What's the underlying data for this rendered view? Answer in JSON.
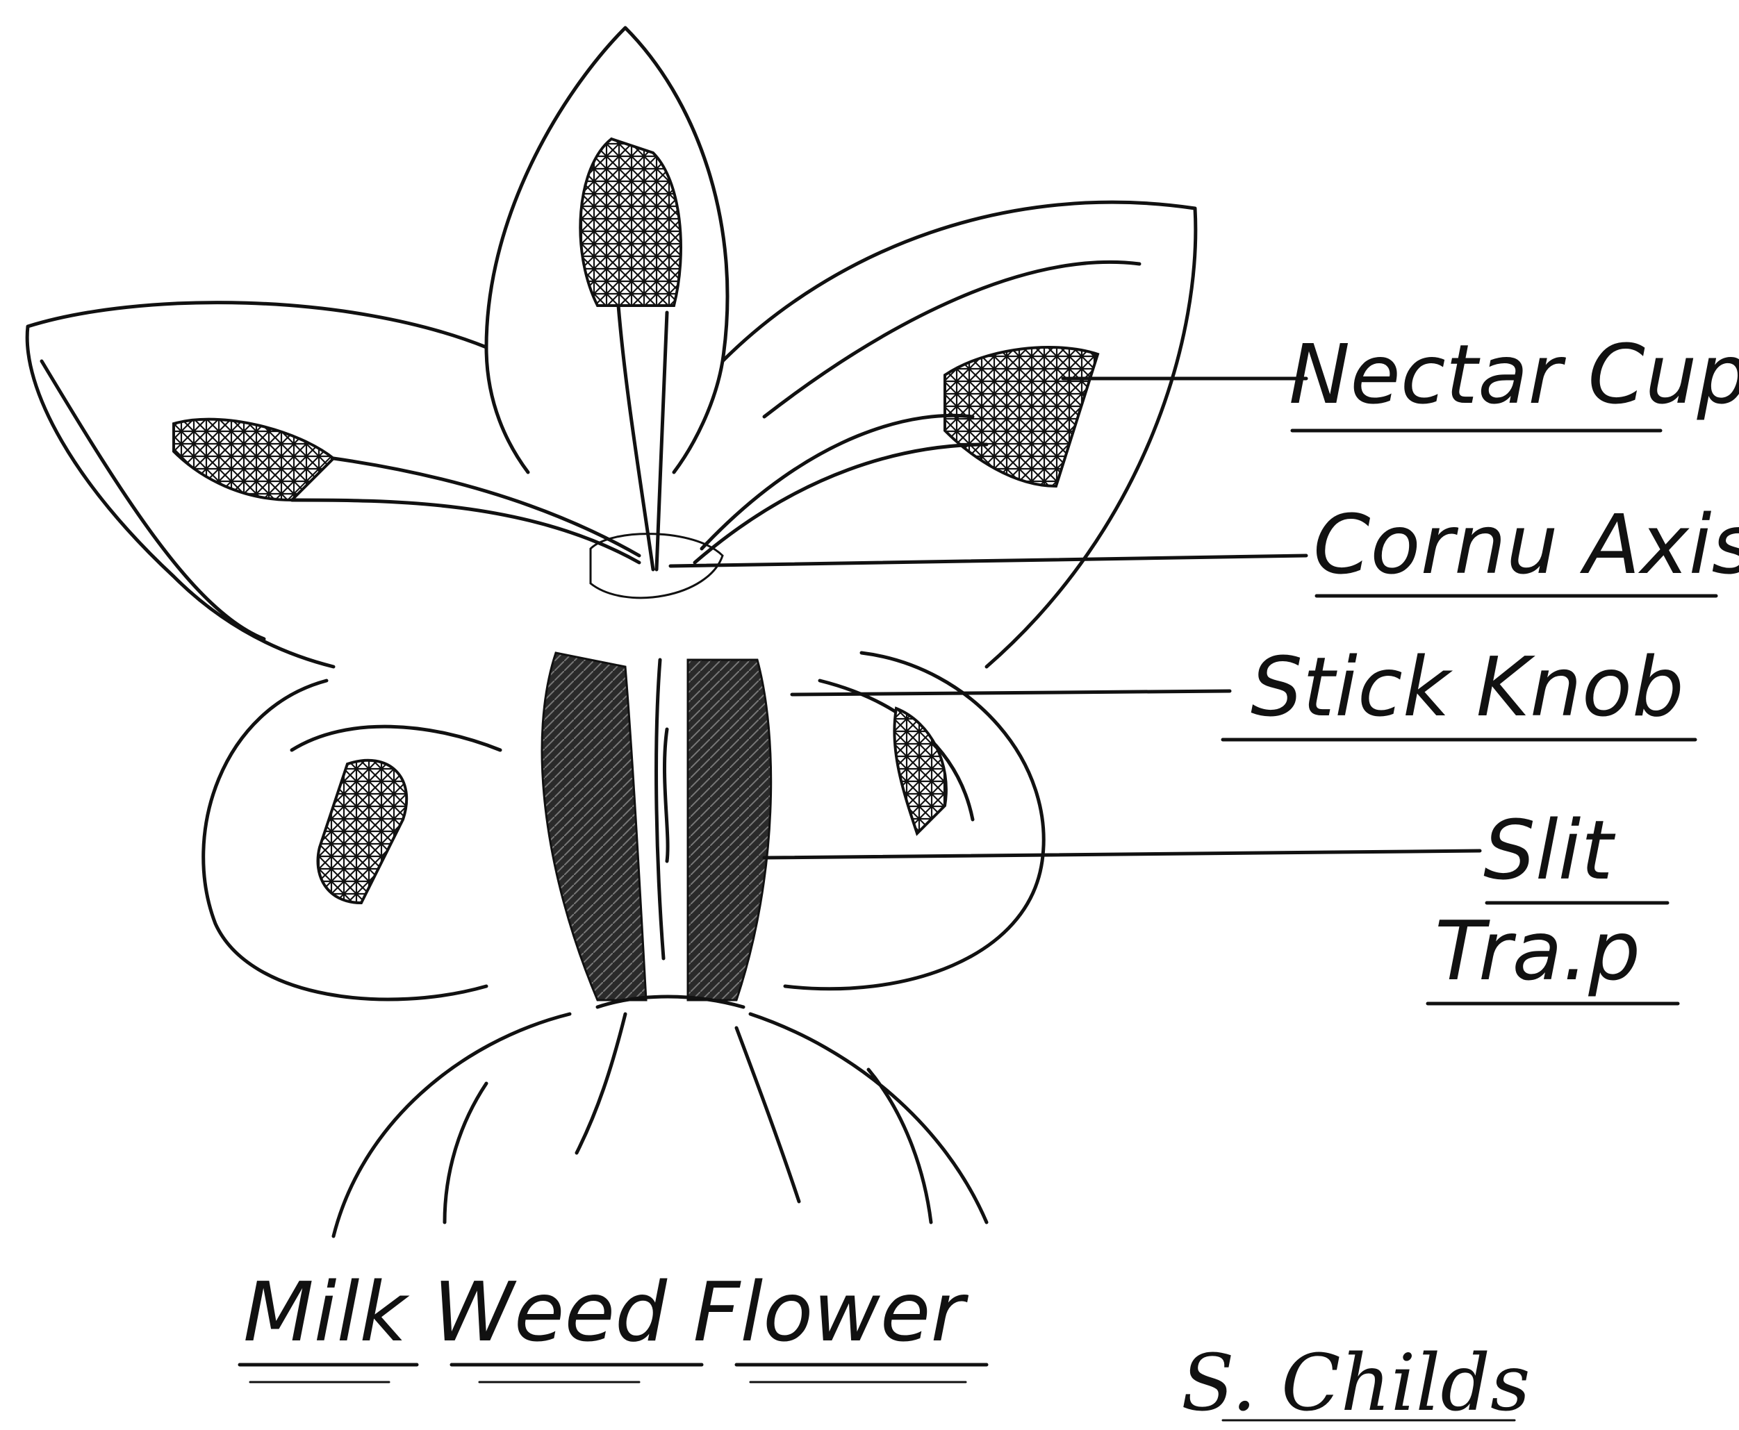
{
  "labels": {
    "nectar_cup": "Nectar Cup",
    "cornu_axis": "Cornu Axis",
    "stick_knob": "Stick Knob",
    "slit": "Slit",
    "trap": "Tra.p"
  },
  "title": "Milk Weed Flower",
  "signature": "S. Childs",
  "colors": {
    "ink": "#111111",
    "paper": "#ffffff"
  }
}
